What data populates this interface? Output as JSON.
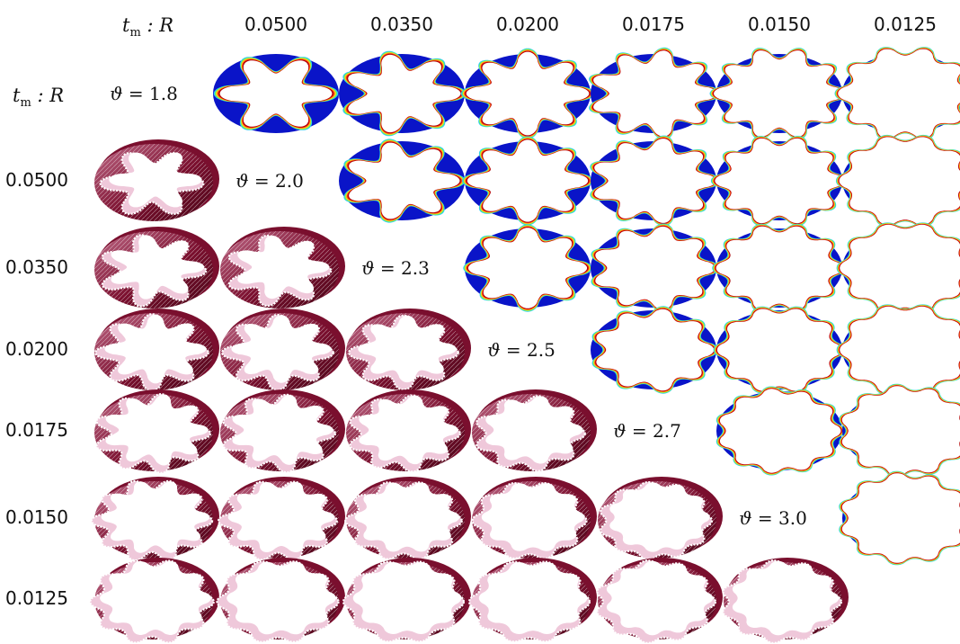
{
  "corner_label": {
    "var": "t",
    "sub": "m",
    "rest": " : R"
  },
  "thickness_values": [
    "0.0500",
    "0.0350",
    "0.0200",
    "0.0175",
    "0.0150",
    "0.0125"
  ],
  "diagonal": [
    {
      "sym": "ϑ",
      "text": " = 1.8"
    },
    {
      "sym": "ϑ",
      "text": " = 2.0"
    },
    {
      "sym": "ϑ",
      "text": " = 2.3"
    },
    {
      "sym": "ϑ",
      "text": " = 2.5"
    },
    {
      "sym": "ϑ",
      "text": " = 2.7"
    },
    {
      "sym": "ϑ",
      "text": " = 3.0"
    }
  ],
  "colors": {
    "contour_background": "#0a14c8",
    "contour_bands": [
      "#2ec8ff",
      "#4cf07a",
      "#f2e21a",
      "#ff8a1a",
      "#e01010",
      "#a80000"
    ],
    "mesh_dark": "#7a0f2e",
    "mesh_mid": "#c06a88",
    "mesh_light": "#efc8da"
  }
}
